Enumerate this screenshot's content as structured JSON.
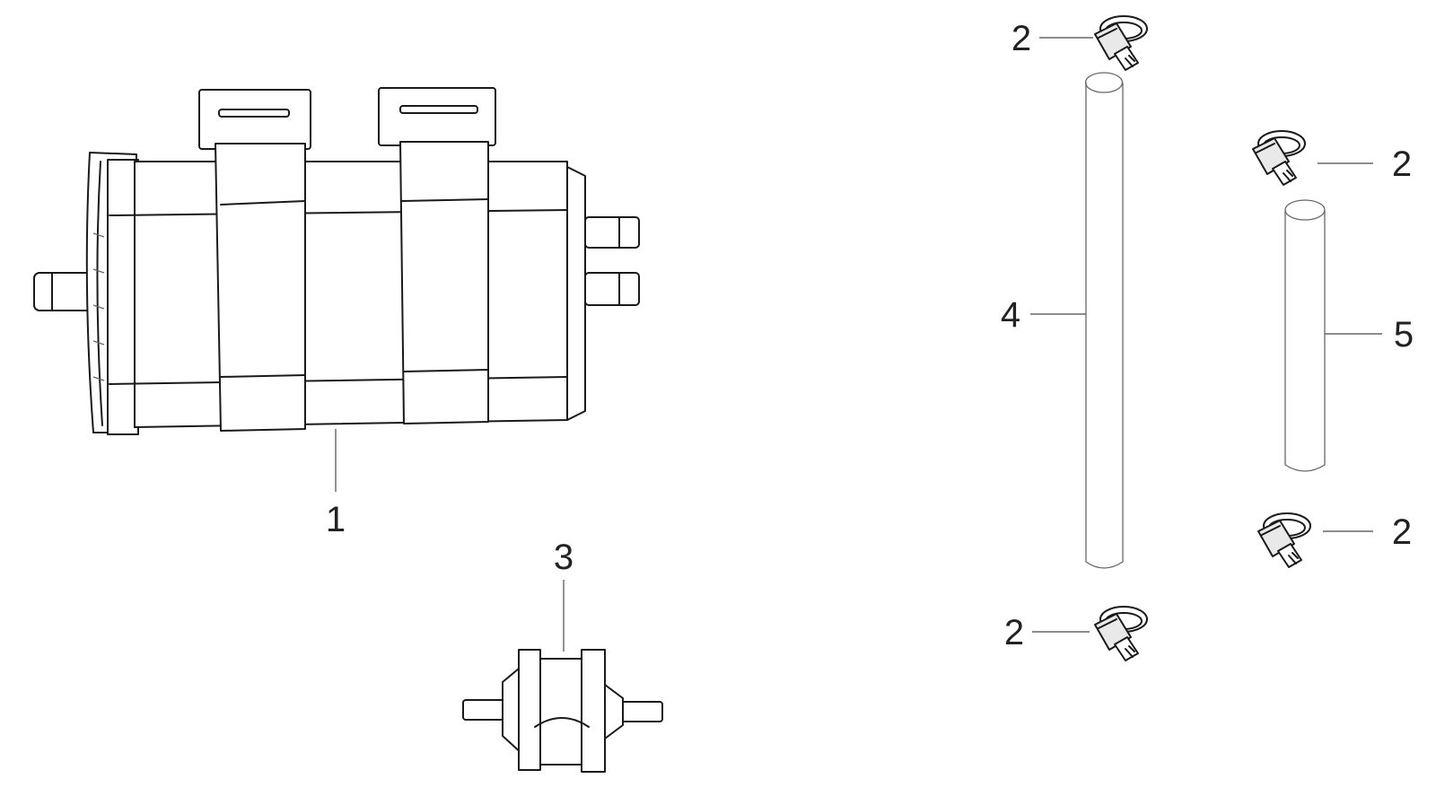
{
  "callouts": {
    "filter_housing": "1",
    "clamp_top_center": "2",
    "clamp_top_right": "2",
    "clamp_mid_right": "2",
    "clamp_bottom_center": "2",
    "inline_filter": "3",
    "hose_long": "4",
    "hose_short": "5"
  }
}
